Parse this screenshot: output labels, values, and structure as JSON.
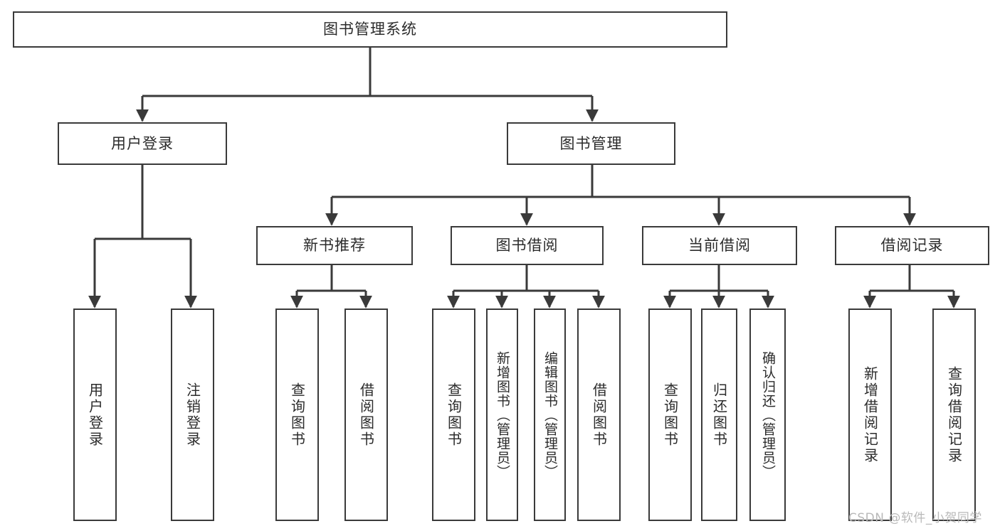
{
  "diagram": {
    "title": "图书管理系统",
    "type": "tree-hierarchy",
    "style": {
      "stroke": "#3a3a3a",
      "fill": "#ffffff",
      "text": "#2b2b2b",
      "watermark_color": "#b9b9b9"
    },
    "root": {
      "label": "图书管理系统"
    },
    "level2": [
      {
        "label": "用户登录"
      },
      {
        "label": "图书管理"
      }
    ],
    "level3": [
      {
        "label": "新书推荐"
      },
      {
        "label": "图书借阅"
      },
      {
        "label": "当前借阅"
      },
      {
        "label": "借阅记录"
      }
    ],
    "leaves": {
      "user_login": [
        {
          "label": "用户登录"
        },
        {
          "label": "注销登录"
        }
      ],
      "new_book_recommend": [
        {
          "label": "查询图书"
        },
        {
          "label": "借阅图书"
        }
      ],
      "book_borrow": [
        {
          "label": "查询图书"
        },
        {
          "label": "新增图书（管理员）"
        },
        {
          "label": "编辑图书（管理员）"
        },
        {
          "label": "借阅图书"
        }
      ],
      "current_borrow": [
        {
          "label": "查询图书"
        },
        {
          "label": "归还图书"
        },
        {
          "label": "确认归还（管理员）"
        }
      ],
      "borrow_record": [
        {
          "label": "新增借阅记录"
        },
        {
          "label": "查询借阅记录"
        }
      ]
    },
    "watermark": {
      "text": "CSDN @软件_小贺同学"
    }
  }
}
